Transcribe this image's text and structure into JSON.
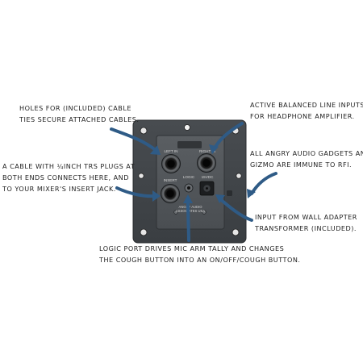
{
  "callouts": {
    "holes": {
      "line1": "HOLES FOR (INCLUDED) CABLE",
      "line2": "TIES SECURE ATTACHED CABLES."
    },
    "active_inputs": {
      "line1": "ACTIVE BALANCED LINE INPUTS",
      "line2": "FOR HEADPHONE AMPLIFIER."
    },
    "immune": {
      "line1": "ALL ANGRY AUDIO GADGETS AND",
      "line2": "GIZMO ARE IMMUNE TO RFI."
    },
    "cable": {
      "line1": "A CABLE WITH ¼INCH TRS PLUGS AT",
      "line2": "BOTH ENDS CONNECTS HERE, AND",
      "line3": "TO YOUR MIXER'S INSERT JACK."
    },
    "wall_adapter": {
      "line1": "INPUT FROM WALL ADAPTER",
      "line2": "TRANSFORMER (INCLUDED)."
    },
    "logic": {
      "line1": "LOGIC PORT DRIVES MIC ARM TALLY AND CHANGES",
      "line2": "THE COUGH BUTTON INTO AN ON/OFF/COUGH BUTTON."
    }
  },
  "panel": {
    "left_in": "LEFT IN",
    "right_in": "RIGHT IN",
    "insert": "INSERT",
    "logic": "LOGIC",
    "power": "15VDC",
    "brand_line1": "ANGRY AUDIO",
    "brand_line2": "ASSOCIATES USA"
  },
  "colors": {
    "arrow": "#2f5b86",
    "plate": "#3f4347",
    "box": "#4f5357",
    "text": "#1e1e1e"
  }
}
